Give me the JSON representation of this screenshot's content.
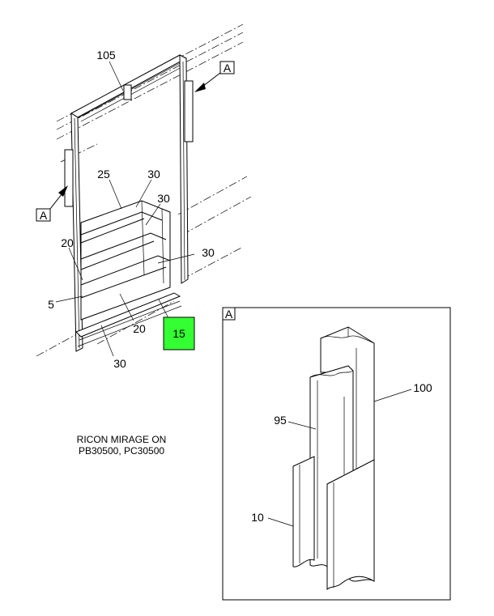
{
  "callouts": {
    "c105": "105",
    "c25": "25",
    "c30a": "30",
    "c30b": "30",
    "c30c": "30",
    "c30d": "30",
    "c20a": "20",
    "c20b": "20",
    "c5": "5",
    "c15": "15",
    "c100": "100",
    "c95": "95",
    "c10": "10"
  },
  "view_labels": {
    "top_right": "A",
    "left": "A",
    "detail_box": "A"
  },
  "caption": {
    "line1": "RICON MIRAGE ON",
    "line2": "PB30500, PC30500"
  },
  "colors": {
    "highlight": "#33ff33",
    "line": "#000000"
  }
}
